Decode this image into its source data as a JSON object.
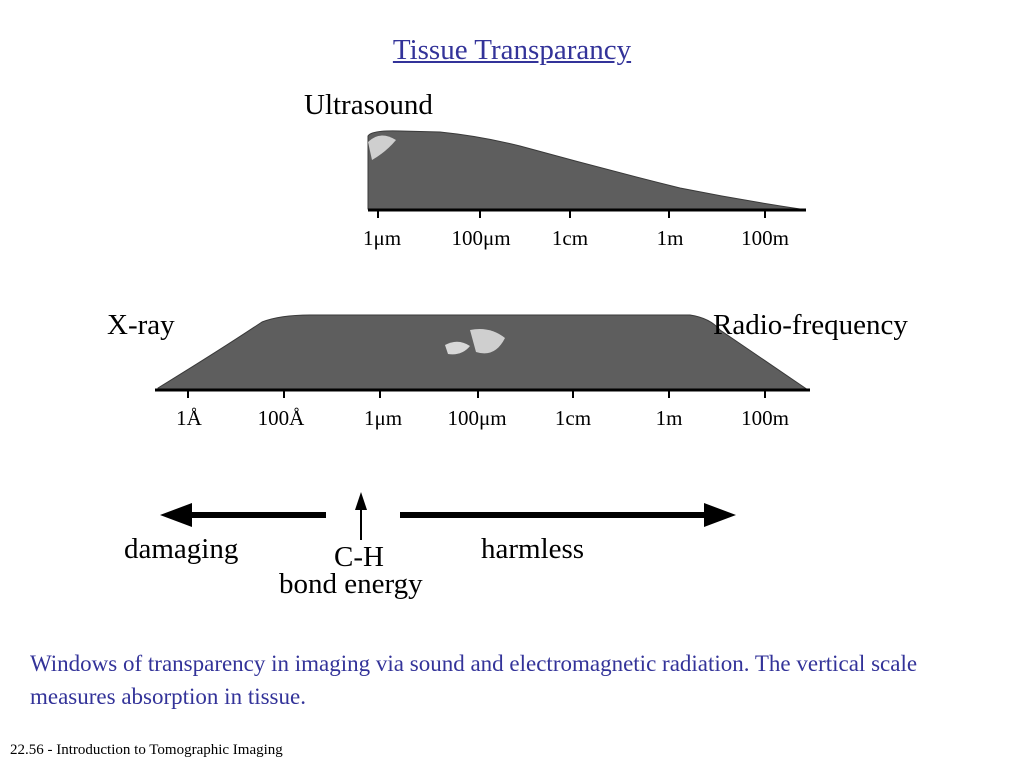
{
  "slide": {
    "title": "Tissue Transparancy",
    "footer": "22.56 - Introduction to Tomographic Imaging",
    "caption": "Windows of transparency in imaging via sound and electromagnetic radiation. The vertical scale measures absorption in tissue."
  },
  "ultrasound_panel": {
    "label": "Ultrasound",
    "tick_labels": [
      "1μm",
      "100μm",
      "1cm",
      "1m",
      "100m"
    ]
  },
  "em_panel": {
    "left_label": "X-ray",
    "right_label": "Radio-frequency",
    "tick_labels": [
      "1Å",
      "100Å",
      "1μm",
      "100μm",
      "1cm",
      "1m",
      "100m"
    ]
  },
  "energy_scale": {
    "left_label": "damaging",
    "right_label": "harmless",
    "marker_line1": "C-H",
    "marker_line2": "bond energy"
  },
  "colors": {
    "title": "#333399",
    "caption": "#333399",
    "curve_fill": "#5e5e5e",
    "axis": "#000000"
  }
}
